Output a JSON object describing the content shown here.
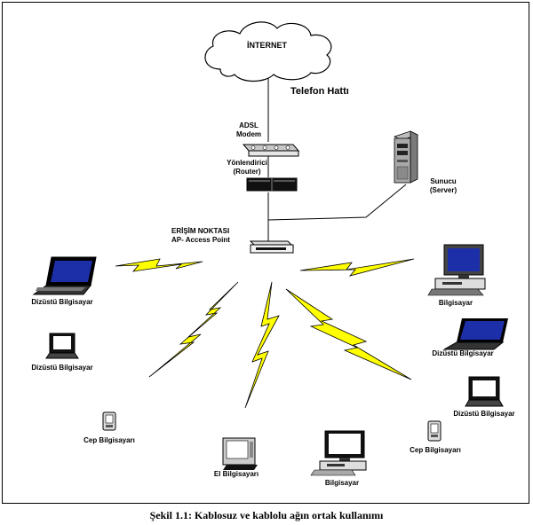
{
  "diagram": {
    "internet": "İNTERNET",
    "phone_line": "Telefon Hattı",
    "modem": [
      "ADSL",
      "Modem"
    ],
    "router": [
      "Yönlendirici",
      "(Router)"
    ],
    "server": [
      "Sunucu",
      "(Server)"
    ],
    "access_point": [
      "ERİŞİM NOKTASI",
      "AP- Access Point"
    ],
    "devices": {
      "laptop_1": "Dizüstü Bilgisayar",
      "laptop_2": "Dizüstü Bilgisayar",
      "pda_1": "Cep Bilgisayarı",
      "handheld": "El Bilgisayarı",
      "desktop_bottom": "Bilgisayar",
      "pda_2": "Cep Bilgisayarı",
      "laptop_3": "Dizüstü Bilgisayar",
      "laptop_4": "Dizüstü Bilgisayar",
      "desktop_right": "Bilgisayar"
    }
  },
  "caption": "Şekil 1.1: Kablosuz ve kablolu ağın ortak kullanımı",
  "colors": {
    "lightning": "#ffff00",
    "screen_blue": "#1d2fa8",
    "line": "#000000"
  }
}
